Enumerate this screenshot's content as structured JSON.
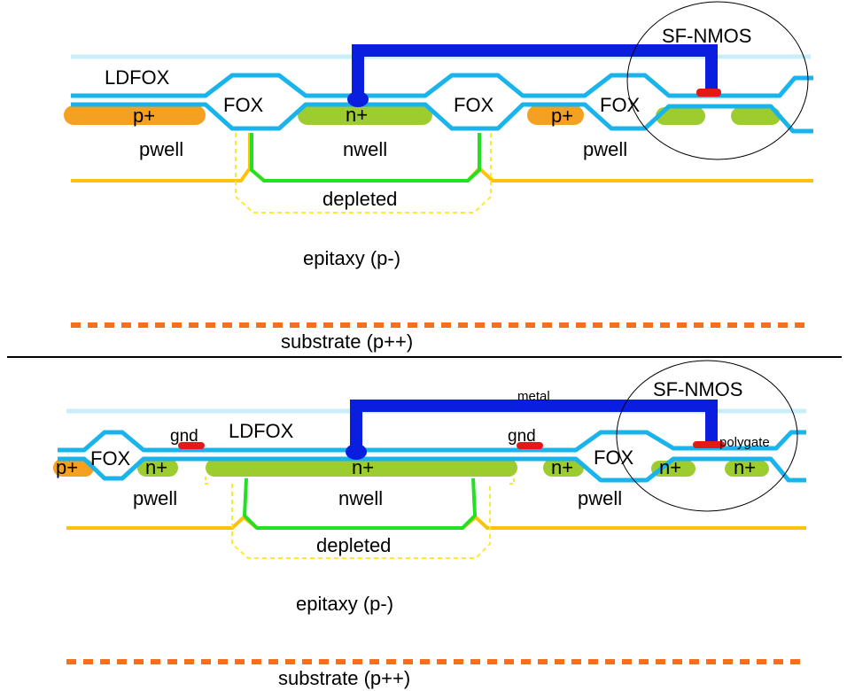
{
  "top": {
    "ldfox": "LDFOX",
    "sf_nmos": "SF-NMOS",
    "fox_1": "FOX",
    "fox_2": "FOX",
    "fox_3": "FOX",
    "p_plus_1": "p+",
    "p_plus_2": "p+",
    "n_plus": "n+",
    "pwell_left": "pwell",
    "nwell": "nwell",
    "pwell_right": "pwell",
    "depleted": "depleted",
    "epitaxy": "epitaxy (p-)",
    "substrate": "substrate (p++)"
  },
  "bottom": {
    "metal": "metal",
    "sf_nmos": "SF-NMOS",
    "ldfox": "LDFOX",
    "gnd_left": "gnd",
    "gnd_right": "gnd",
    "polygate": "polygate",
    "p_plus": "p+",
    "fox_1": "FOX",
    "fox_2": "FOX",
    "n_plus_1": "n+",
    "n_plus_center": "n+",
    "n_plus_3": "n+",
    "n_plus_4": "n+",
    "n_plus_5": "n+",
    "pwell_left": "pwell",
    "nwell": "nwell",
    "pwell_right": "pwell",
    "depleted": "depleted",
    "epitaxy": "epitaxy (p-)",
    "substrate": "substrate (p++)"
  },
  "colors": {
    "oxide": "#1ab4ec",
    "ldfox_light": "#c8eef7",
    "metal": "#0a1ee0",
    "p_plus": "#f4a020",
    "n_plus": "#9ccc30",
    "gate": "#e41818",
    "well_boundary": "#ffc20a",
    "depletion": "#22e022",
    "depletion_dashed": "#ffe830",
    "substrate_dashed": "#f47020",
    "divider": "#000000"
  }
}
